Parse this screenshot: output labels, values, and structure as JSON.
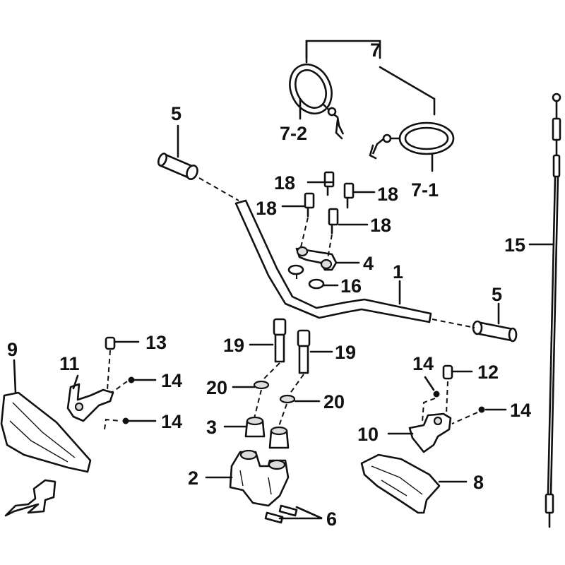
{
  "callouts": {
    "c1": "1",
    "c2": "2",
    "c3": "3",
    "c4": "4",
    "c5a": "5",
    "c5b": "5",
    "c6": "6",
    "c7": "7",
    "c7_1": "7-1",
    "c7_2": "7-2",
    "c8": "8",
    "c9": "9",
    "c10": "10",
    "c11": "11",
    "c12": "12",
    "c13": "13",
    "c14a": "14",
    "c14b": "14",
    "c14c": "14",
    "c14d": "14",
    "c15": "15",
    "c16": "16",
    "c18a": "18",
    "c18b": "18",
    "c18c": "18",
    "c18d": "18",
    "c19a": "19",
    "c19b": "19",
    "c20a": "20",
    "c20b": "20"
  }
}
